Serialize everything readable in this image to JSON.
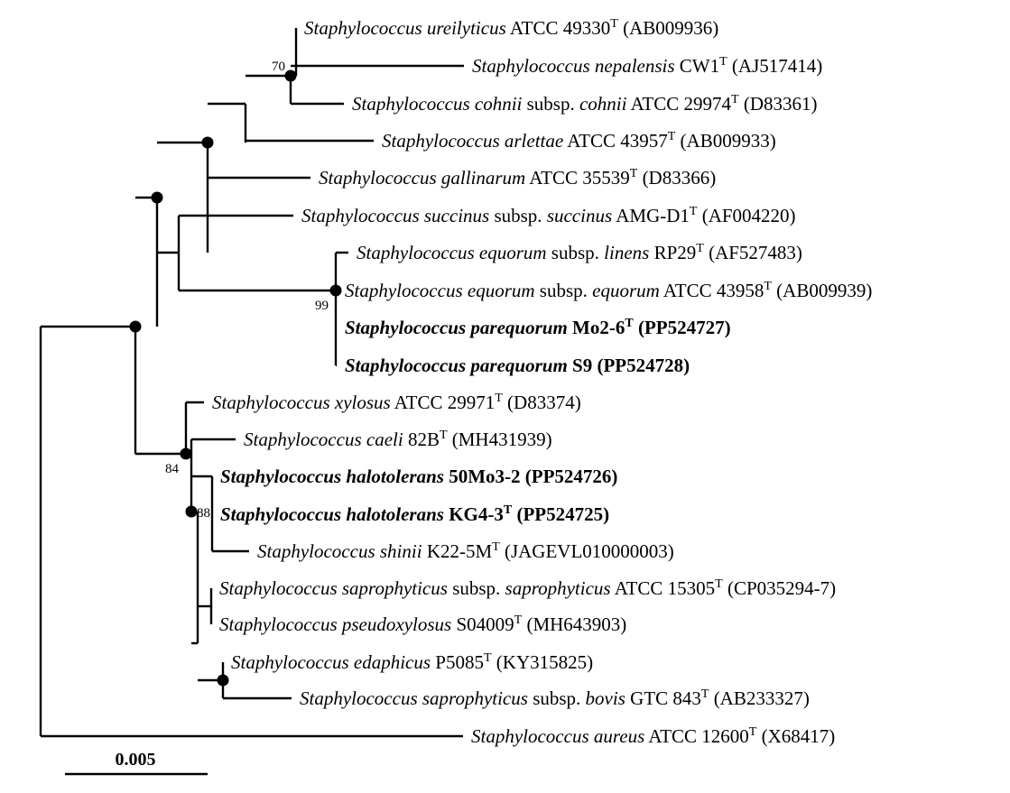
{
  "tree": {
    "taxa": [
      {
        "genus": "Staphylococcus",
        "name": [
          {
            "t": "ureilyticus",
            "i": true
          }
        ],
        "strain": "ATCC 49330",
        "type_strain": true,
        "accession": "(AB009936)",
        "bold": false
      },
      {
        "genus": "Staphylococcus",
        "name": [
          {
            "t": "nepalensis",
            "i": true
          }
        ],
        "strain": "CW1",
        "type_strain": true,
        "accession": "(AJ517414)",
        "bold": false
      },
      {
        "genus": "Staphylococcus",
        "name": [
          {
            "t": "cohnii",
            "i": true
          },
          {
            "t": "subsp.",
            "i": false
          },
          {
            "t": "cohnii",
            "i": true
          }
        ],
        "strain": "ATCC 29974",
        "type_strain": true,
        "accession": "(D83361)",
        "bold": false
      },
      {
        "genus": "Staphylococcus",
        "name": [
          {
            "t": "arlettae",
            "i": true
          }
        ],
        "strain": "ATCC 43957",
        "type_strain": true,
        "accession": "(AB009933)",
        "bold": false
      },
      {
        "genus": "Staphylococcus",
        "name": [
          {
            "t": "gallinarum",
            "i": true
          }
        ],
        "strain": "ATCC 35539",
        "type_strain": true,
        "accession": "(D83366)",
        "bold": false
      },
      {
        "genus": "Staphylococcus",
        "name": [
          {
            "t": "succinus",
            "i": true
          },
          {
            "t": "subsp.",
            "i": false
          },
          {
            "t": "succinus",
            "i": true
          }
        ],
        "strain": "AMG-D1",
        "type_strain": true,
        "accession": "(AF004220)",
        "bold": false
      },
      {
        "genus": "Staphylococcus",
        "name": [
          {
            "t": "equorum",
            "i": true
          },
          {
            "t": "subsp.",
            "i": false
          },
          {
            "t": "linens",
            "i": true
          }
        ],
        "strain": "RP29",
        "type_strain": true,
        "accession": "(AF527483)",
        "bold": false
      },
      {
        "genus": "Staphylococcus",
        "name": [
          {
            "t": "equorum",
            "i": true
          },
          {
            "t": "subsp.",
            "i": false
          },
          {
            "t": "equorum",
            "i": true
          }
        ],
        "strain": "ATCC 43958",
        "type_strain": true,
        "accession": "(AB009939)",
        "bold": false
      },
      {
        "genus": "Staphylococcus",
        "name": [
          {
            "t": "parequorum",
            "i": true
          }
        ],
        "strain": "Mo2-6",
        "type_strain": true,
        "accession": "(PP524727)",
        "bold": true
      },
      {
        "genus": "Staphylococcus",
        "name": [
          {
            "t": "parequorum",
            "i": true
          }
        ],
        "strain": "S9",
        "type_strain": false,
        "accession": "(PP524728)",
        "bold": true
      },
      {
        "genus": "Staphylococcus",
        "name": [
          {
            "t": "xylosus",
            "i": true
          }
        ],
        "strain": "ATCC 29971",
        "type_strain": true,
        "accession": "(D83374)",
        "bold": false
      },
      {
        "genus": "Staphylococcus",
        "name": [
          {
            "t": "caeli",
            "i": true
          }
        ],
        "strain": "82B",
        "type_strain": true,
        "accession": "(MH431939)",
        "bold": false
      },
      {
        "genus": "Staphylococcus",
        "name": [
          {
            "t": "halotolerans",
            "i": true
          }
        ],
        "strain": "50Mo3-2",
        "type_strain": false,
        "accession": "(PP524726)",
        "bold": true
      },
      {
        "genus": "Staphylococcus",
        "name": [
          {
            "t": "halotolerans",
            "i": true
          }
        ],
        "strain": "KG4-3",
        "type_strain": true,
        "accession": "(PP524725)",
        "bold": true
      },
      {
        "genus": "Staphylococcus",
        "name": [
          {
            "t": "shinii",
            "i": true
          }
        ],
        "strain": "K22-5M",
        "type_strain": true,
        "accession": "(JAGEVL010000003)",
        "bold": false
      },
      {
        "genus": "Staphylococcus",
        "name": [
          {
            "t": "saprophyticus",
            "i": true
          },
          {
            "t": "subsp.",
            "i": false
          },
          {
            "t": "saprophyticus",
            "i": true
          }
        ],
        "strain": "ATCC 15305",
        "type_strain": true,
        "accession": "(CP035294-7)",
        "bold": false
      },
      {
        "genus": "Staphylococcus",
        "name": [
          {
            "t": "pseudoxylosus",
            "i": true
          }
        ],
        "strain": "S04009",
        "type_strain": true,
        "accession": "(MH643903)",
        "bold": false
      },
      {
        "genus": "Staphylococcus",
        "name": [
          {
            "t": "edaphicus",
            "i": true
          }
        ],
        "strain": "P5085",
        "type_strain": true,
        "accession": "(KY315825)",
        "bold": false
      },
      {
        "genus": "Staphylococcus",
        "name": [
          {
            "t": "saprophyticus",
            "i": true
          },
          {
            "t": "subsp.",
            "i": false
          },
          {
            "t": "bovis",
            "i": true
          }
        ],
        "strain": "GTC 843",
        "type_strain": true,
        "accession": "(AB233327)",
        "bold": false
      },
      {
        "genus": "Staphylococcus",
        "name": [
          {
            "t": "aureus",
            "i": true
          }
        ],
        "strain": "ATCC 12600",
        "type_strain": true,
        "accession": "(X68417)",
        "bold": false
      }
    ],
    "type_strain_mark": "T",
    "bootstrap_labels": [
      "70",
      "99",
      "84",
      "88"
    ],
    "scale_bar_label": "0.005",
    "line_color": "#000000"
  }
}
